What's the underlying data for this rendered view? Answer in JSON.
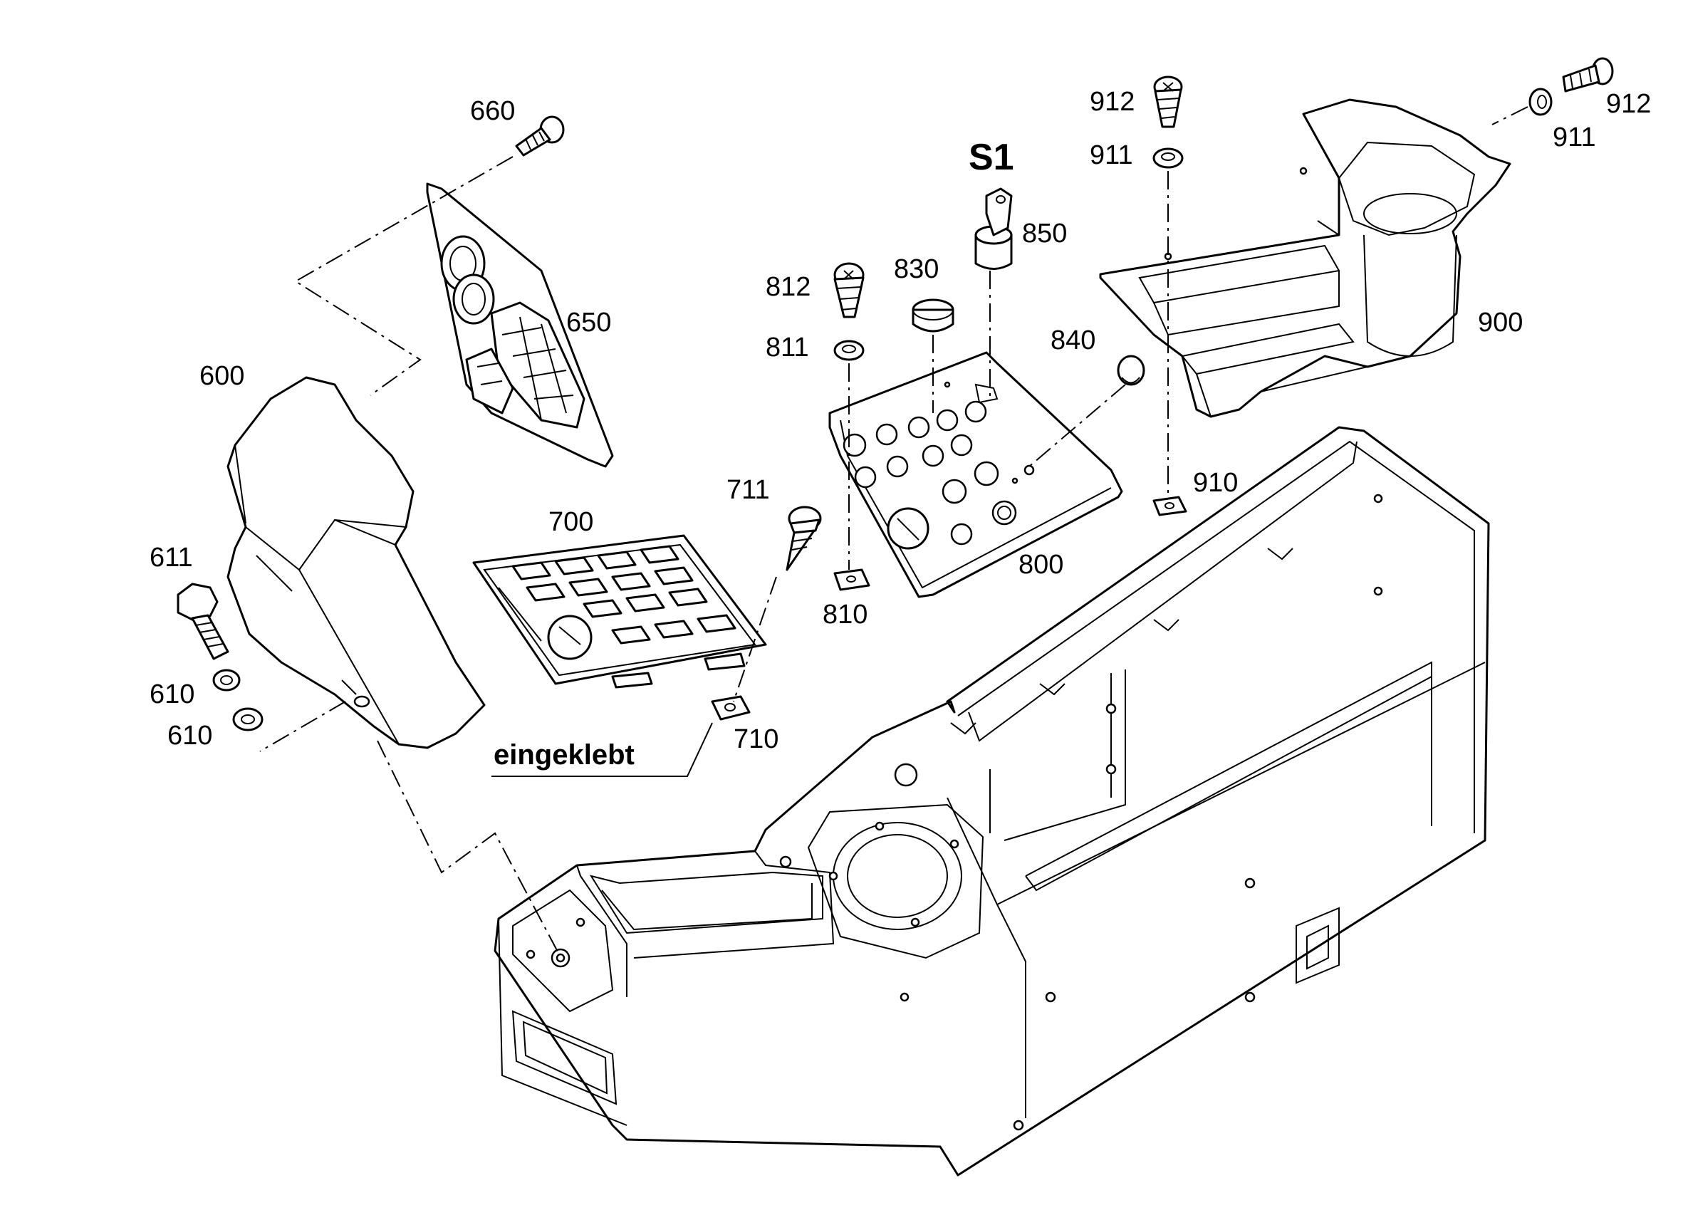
{
  "part_labels": {
    "p600": "600",
    "p610a": "610",
    "p610b": "610",
    "p611": "611",
    "p650": "650",
    "p660": "660",
    "p700": "700",
    "p710": "710",
    "p711": "711",
    "p800": "800",
    "p810": "810",
    "p811": "811",
    "p812": "812",
    "p830": "830",
    "p840": "840",
    "p850": "850",
    "p900": "900",
    "p910": "910",
    "p911a": "911",
    "p911b": "911",
    "p912a": "912",
    "p912b": "912"
  },
  "group_label": "S1",
  "note": "eingeklebt"
}
